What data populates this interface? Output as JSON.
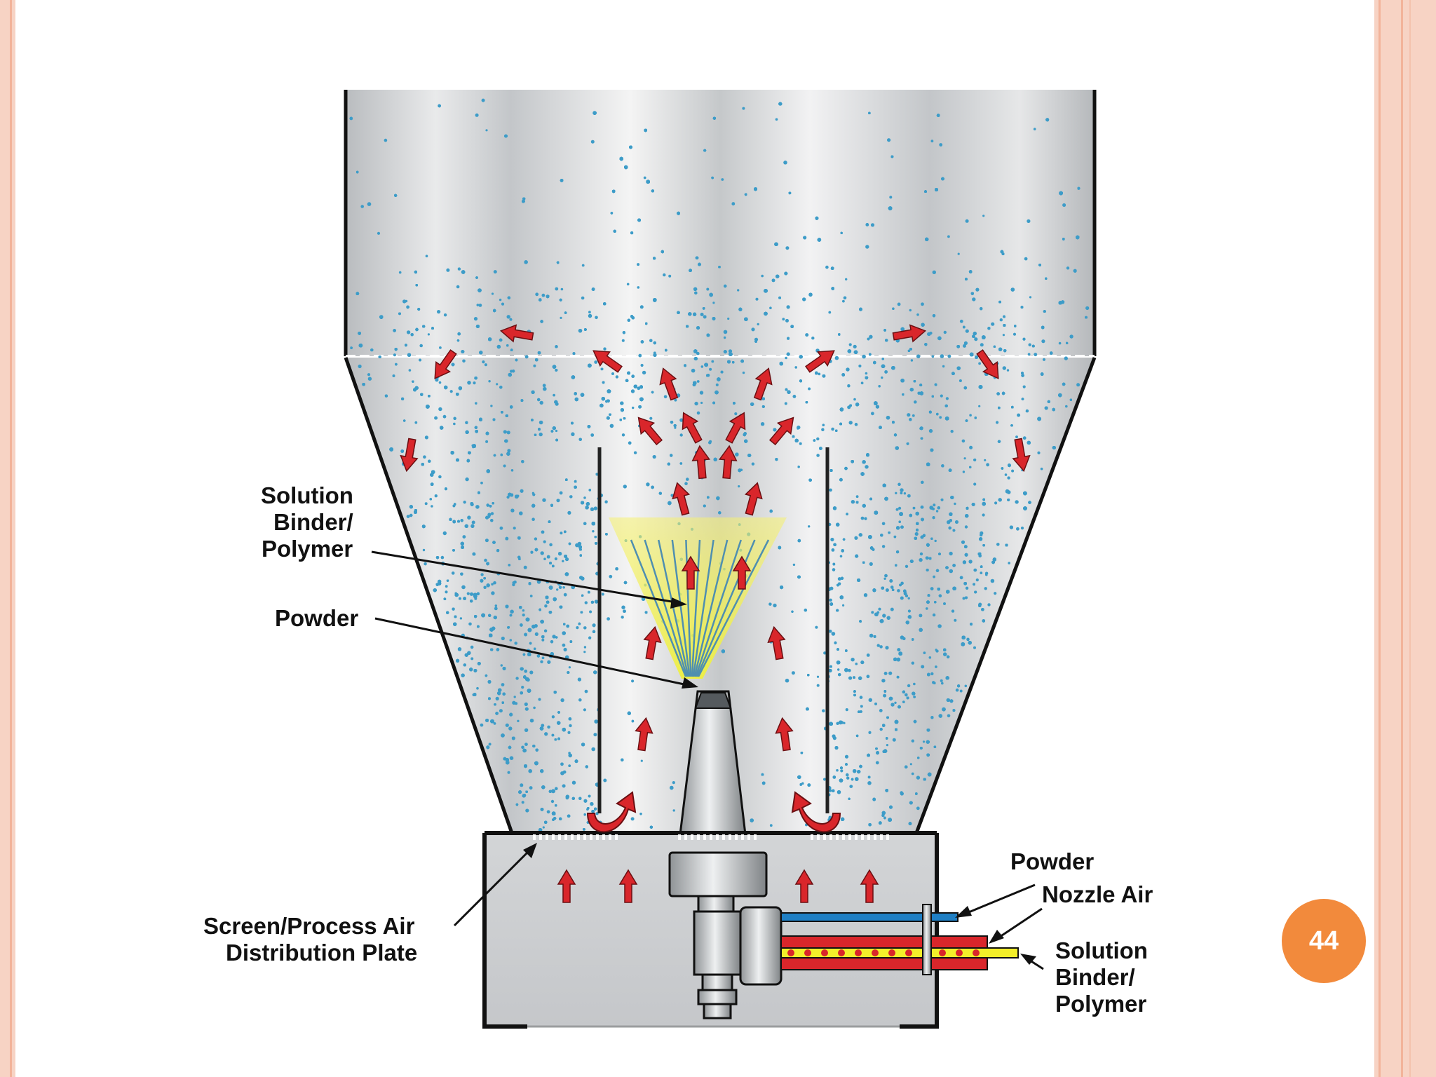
{
  "labels": {
    "solution_binder_top": [
      "Solution",
      "Binder/",
      "Polymer"
    ],
    "powder_left": "Powder",
    "screen_plate": [
      "Screen/Process Air",
      "Distribution Plate"
    ],
    "powder_right": "Powder",
    "nozzle_air": "Nozzle Air",
    "solution_binder_right": [
      "Solution",
      "Binder/",
      "Polymer"
    ]
  },
  "page_number": "44",
  "colors": {
    "frame": "#f7d3c4",
    "frame_line": "#f2b39a",
    "badge": "#f28a3c",
    "particle": "#3d9cc8",
    "spray": "#f3ef2a",
    "flow_arrow": "#d9262b",
    "chamber_metal": "#c9cbcd",
    "powder_line": "#1f7fc4",
    "nozzle_air_line": "#d9262b",
    "solution_line": "#f3ef2a"
  },
  "icons": [
    "up-flow-arrow-icon",
    "curved-flow-arrow-icon",
    "pointer-arrow-icon"
  ]
}
